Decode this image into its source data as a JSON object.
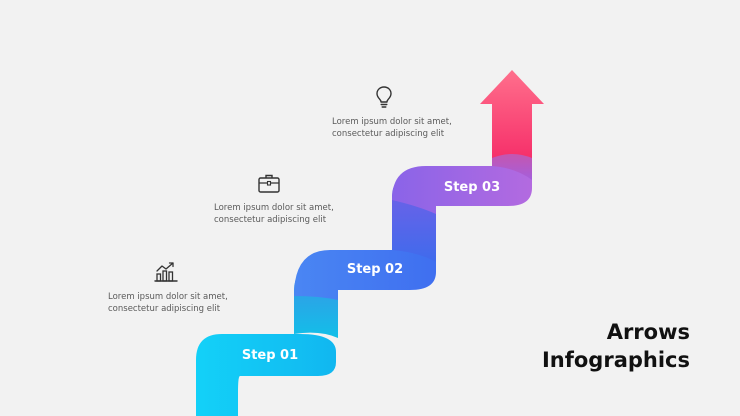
{
  "title": {
    "line1": "Arrows",
    "line2": "Infographics"
  },
  "steps": [
    {
      "label": "Step 01",
      "icon": "bar-chart-growth-icon",
      "color": "#12c9f2",
      "text_line1": "Lorem ipsum dolor sit amet,",
      "text_line2": "consectetur adipiscing elit"
    },
    {
      "label": "Step 02",
      "icon": "briefcase-icon",
      "color": "#4f7cf0",
      "text_line1": "Lorem ipsum dolor sit amet,",
      "text_line2": "consectetur adipiscing elit"
    },
    {
      "label": "Step 03",
      "icon": "lightbulb-icon",
      "color": "#9b63e6",
      "text_line1": "Lorem ipsum dolor sit amet,",
      "text_line2": "consectetur adipiscing elit"
    }
  ],
  "arrow_head_color": "#fb4f7c"
}
